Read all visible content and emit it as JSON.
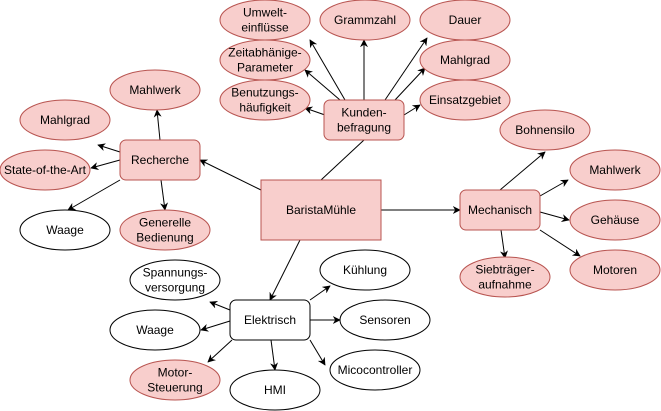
{
  "diagram": {
    "colors": {
      "filled_bg": "#f8cecc",
      "filled_border": "#b85450",
      "plain_bg": "#ffffff",
      "plain_border": "#000000",
      "edge": "#000000"
    },
    "nodes": {
      "center": {
        "lines": [
          "BaristaMühle"
        ],
        "filled": true
      },
      "kunden": {
        "lines": [
          "Kunden-",
          "befragung"
        ],
        "filled": true
      },
      "recherche": {
        "lines": [
          "Recherche"
        ],
        "filled": true
      },
      "mechanisch": {
        "lines": [
          "Mechanisch"
        ],
        "filled": true
      },
      "elektrisch": {
        "lines": [
          "Elektrisch"
        ],
        "filled": false
      },
      "umwelt": {
        "lines": [
          "Umwelt-",
          "einflüsse"
        ],
        "filled": true
      },
      "grammzahl": {
        "lines": [
          "Grammzahl"
        ],
        "filled": true
      },
      "dauer": {
        "lines": [
          "Dauer"
        ],
        "filled": true
      },
      "zeitparam": {
        "lines": [
          "Zeitabhänige-",
          "Parameter"
        ],
        "filled": true
      },
      "mahlgrad_k": {
        "lines": [
          "Mahlgrad"
        ],
        "filled": true
      },
      "benutzung": {
        "lines": [
          "Benutzungs-",
          "häufigkeit"
        ],
        "filled": true
      },
      "einsatz": {
        "lines": [
          "Einsatzgebiet"
        ],
        "filled": true
      },
      "mahlwerk_r": {
        "lines": [
          "Mahlwerk"
        ],
        "filled": true
      },
      "mahlgrad_r": {
        "lines": [
          "Mahlgrad"
        ],
        "filled": true
      },
      "stateart": {
        "lines": [
          "State-of-the-Art"
        ],
        "filled": true
      },
      "waage_r": {
        "lines": [
          "Waage"
        ],
        "filled": false
      },
      "bedienung": {
        "lines": [
          "Generelle",
          "Bedienung"
        ],
        "filled": true
      },
      "bohnensilo": {
        "lines": [
          "Bohnensilo"
        ],
        "filled": true
      },
      "mahlwerk_m": {
        "lines": [
          "Mahlwerk"
        ],
        "filled": true
      },
      "gehaeuse": {
        "lines": [
          "Gehäuse"
        ],
        "filled": true
      },
      "motoren": {
        "lines": [
          "Motoren"
        ],
        "filled": true
      },
      "siebtraeger": {
        "lines": [
          "Siebträger-",
          "aufnahme"
        ],
        "filled": true
      },
      "spannung": {
        "lines": [
          "Spannungs-",
          "versorgung"
        ],
        "filled": false
      },
      "kuehlung": {
        "lines": [
          "Kühlung"
        ],
        "filled": false
      },
      "waage_e": {
        "lines": [
          "Waage"
        ],
        "filled": false
      },
      "sensoren": {
        "lines": [
          "Sensoren"
        ],
        "filled": false
      },
      "motorsteuerung": {
        "lines": [
          "Motor-",
          "Steuerung"
        ],
        "filled": true
      },
      "hmi": {
        "lines": [
          "HMI"
        ],
        "filled": false
      },
      "mico": {
        "lines": [
          "Micocontroller"
        ],
        "filled": false
      }
    }
  }
}
